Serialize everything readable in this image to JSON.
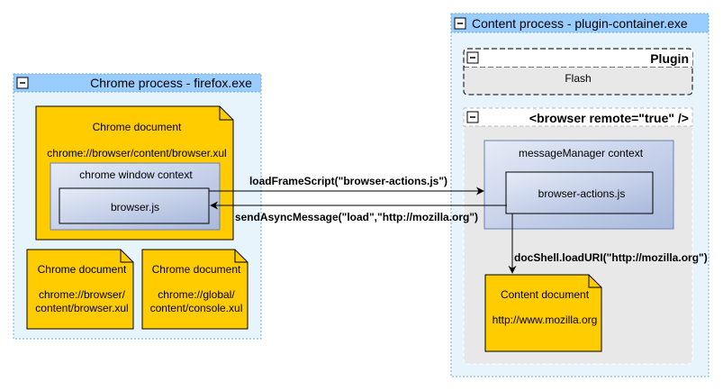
{
  "colors": {
    "process_fill": "#e8f4fc",
    "process_border": "#6aaedf",
    "header_fill": "#99ccff",
    "note_fill": "#ffcc00",
    "inner_fill_top": "#e6ecf7",
    "inner_fill_bottom": "#a9b9dc",
    "grey_fill": "#e8e8e8",
    "arrow": "#000000"
  },
  "chrome_process": {
    "title": "Chrome process - firefox.exe",
    "toggle_icon": "minus-box-icon",
    "main_doc": {
      "title": "Chrome document",
      "url": "chrome://browser/content/browser.xul",
      "window_context": {
        "title": "chrome window context",
        "script": "browser.js"
      }
    },
    "doc2": {
      "title": "Chrome document",
      "line1": "chrome://browser/",
      "line2": "content/browser.xul"
    },
    "doc3": {
      "title": "Chrome document",
      "line1": "chrome://global/",
      "line2": "content/console.xul"
    }
  },
  "content_process": {
    "title": "Content process - plugin-container.exe",
    "toggle_icon": "minus-box-icon",
    "plugin": {
      "title": "Plugin",
      "body": "Flash"
    },
    "browser_remote": {
      "title": "<browser remote=\"true\" />",
      "mm_context": {
        "title": "messageManager context",
        "script": "browser-actions.js"
      },
      "content_doc": {
        "title": "Content document",
        "url": "http://www.mozilla.org"
      }
    }
  },
  "messages": {
    "load_frame_script": "loadFrameScript(\"browser-actions.js\")",
    "send_async": "sendAsyncMessage(\"load\",\"http://mozilla.org\")",
    "load_uri": "docShell.loadURI(\"http://mozilla.org\")"
  }
}
